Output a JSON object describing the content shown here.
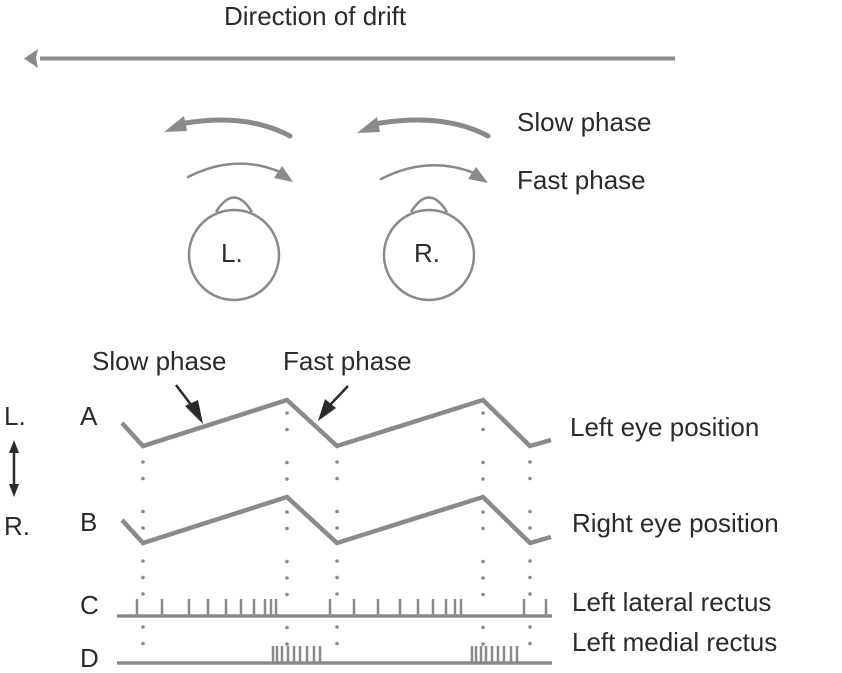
{
  "title": "Direction of drift",
  "eye_legend": {
    "slow_phase": "Slow phase",
    "fast_phase": "Fast phase"
  },
  "eyes": [
    {
      "id": "left",
      "label": "L."
    },
    {
      "id": "right",
      "label": "R."
    }
  ],
  "axis": {
    "top_label": "L.",
    "bottom_label": "R."
  },
  "trace_annotations": {
    "slow_phase": "Slow phase",
    "fast_phase": "Fast phase"
  },
  "traces": [
    {
      "letter": "A",
      "label": "Left eye position",
      "kind": "position"
    },
    {
      "letter": "B",
      "label": "Right eye position",
      "kind": "position"
    },
    {
      "letter": "C",
      "label": "Left lateral rectus",
      "kind": "spikes"
    },
    {
      "letter": "D",
      "label": "Left medial rectus",
      "kind": "spikes"
    }
  ],
  "colors": {
    "trace": "#8a8a8a",
    "text": "#2b2b2b",
    "pointer": "#2b2b2b"
  }
}
